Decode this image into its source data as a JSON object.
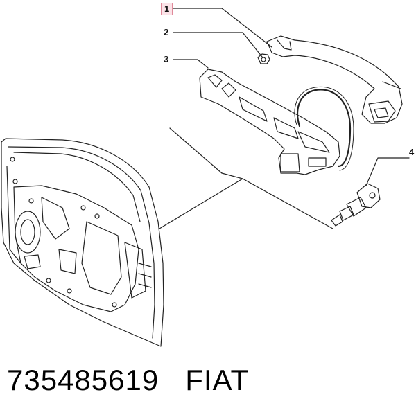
{
  "callouts": [
    {
      "id": "1",
      "highlighted": true
    },
    {
      "id": "2",
      "highlighted": false
    },
    {
      "id": "3",
      "highlighted": false
    },
    {
      "id": "4",
      "highlighted": false
    }
  ],
  "footer": {
    "part_number": "735485619",
    "brand": "FIAT"
  },
  "colors": {
    "line": "#222222",
    "highlight_fill": "#fbe3e8",
    "highlight_border": "#e08a9a"
  }
}
